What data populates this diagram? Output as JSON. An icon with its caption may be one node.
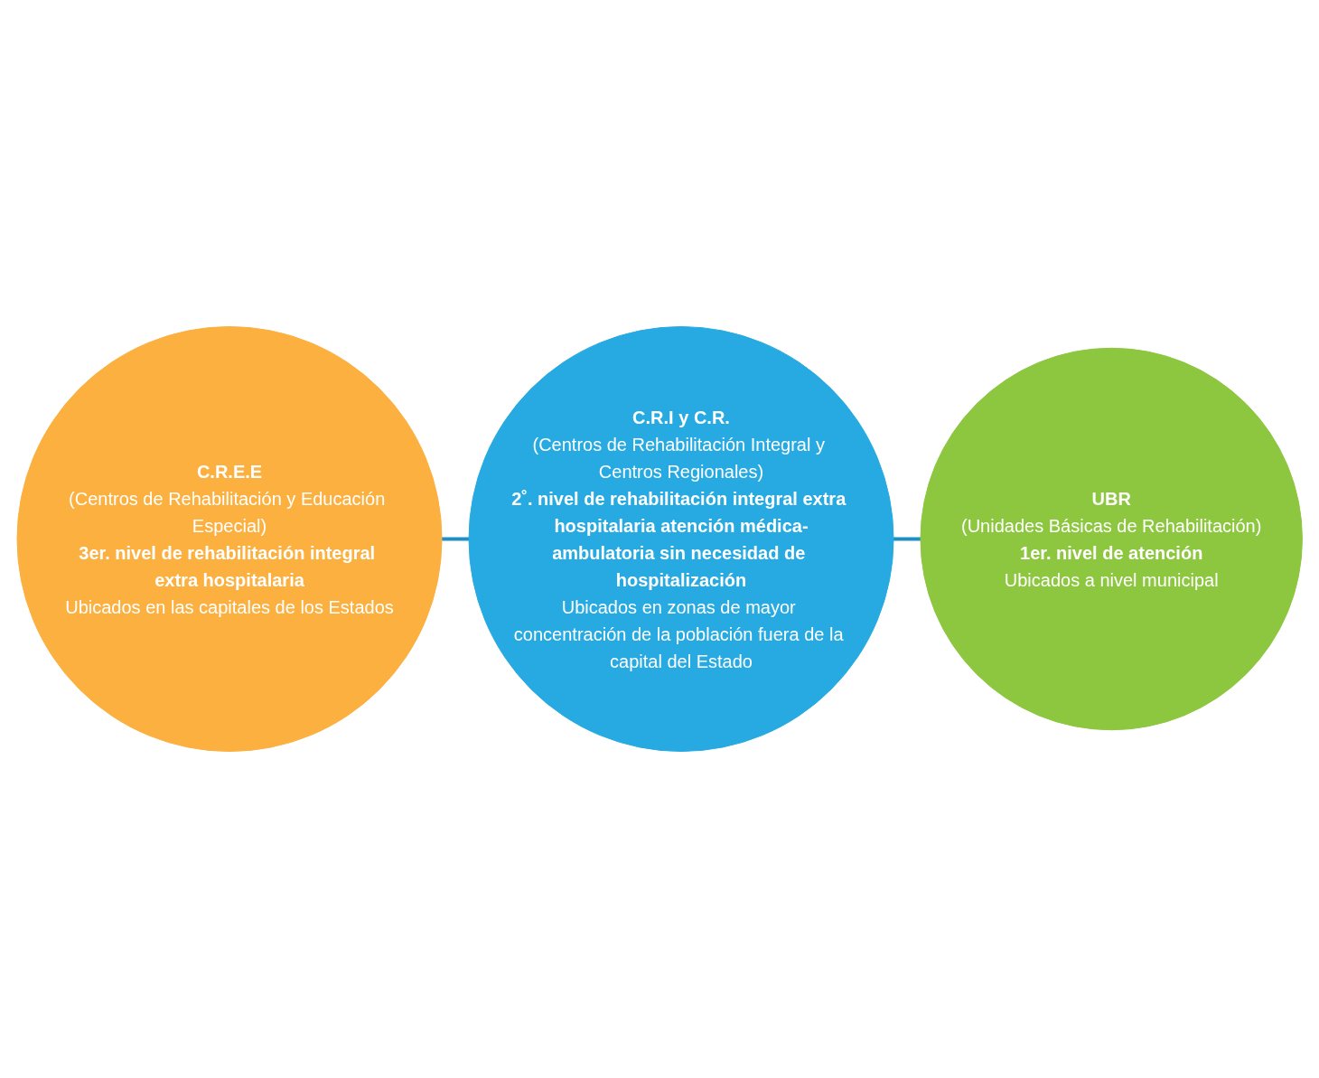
{
  "diagram": {
    "nodes": [
      {
        "text": [
          "C.R.E.E",
          "(Centros de Rehabilitación y Educación Especial)",
          "3er. nivel de rehabilitación integral extra hospitalaria",
          "Ubicados en las capitales de los Estados"
        ]
      },
      {
        "text": [
          "C.R.I y C.R.",
          "(Centros de Rehabilitación Integral y Centros Regionales)",
          "2˚. nivel de rehabilitación integral extra hospitalaria atención médica-ambulatoria sin necesidad de hospitalización",
          "Ubicados en zonas de mayor concentración de la población fuera de la capital del Estado"
        ]
      },
      {
        "text": [
          "UBR",
          "(Unidades Básicas de Rehabilitación)",
          "1er. nivel de atención",
          "Ubicados a nivel municipal"
        ]
      }
    ],
    "edges": [
      {
        "from": 0,
        "to": 1,
        "arrow": "none"
      },
      {
        "from": 1,
        "to": 2,
        "arrow": "none"
      }
    ]
  }
}
